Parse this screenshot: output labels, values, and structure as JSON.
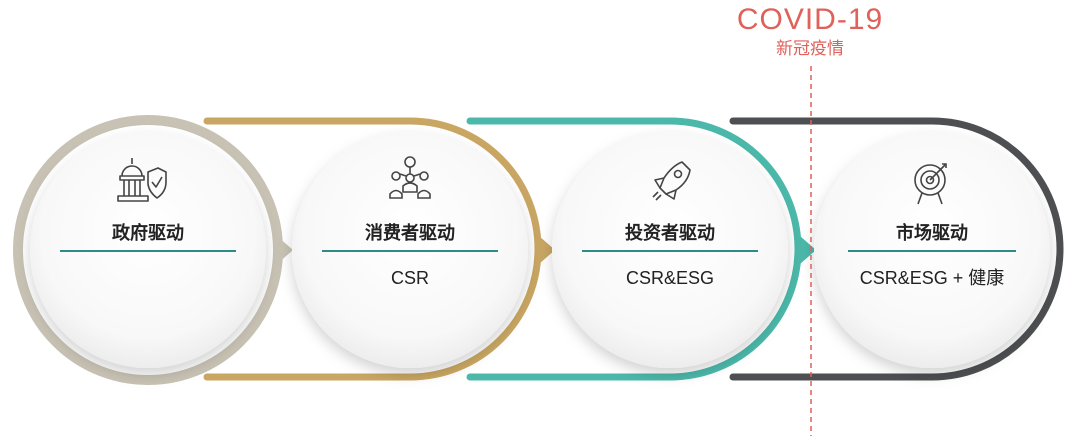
{
  "marker": {
    "title": "COVID-19",
    "subtitle": "新冠疫情",
    "color": "#e0605a"
  },
  "stages": [
    {
      "label": "政府驱动",
      "sub": "",
      "icon": "capitol-shield-icon",
      "ring_color": "#c8c2b4"
    },
    {
      "label": "消费者驱动",
      "sub": "CSR",
      "icon": "people-network-icon",
      "ring_color": "#c9a662"
    },
    {
      "label": "投资者驱动",
      "sub": "CSR&ESG",
      "icon": "rocket-icon",
      "ring_color": "#4bb8aa"
    },
    {
      "label": "市场驱动",
      "sub": "CSR&ESG + 健康",
      "icon": "target-icon",
      "ring_color": "#4d4f52"
    }
  ]
}
